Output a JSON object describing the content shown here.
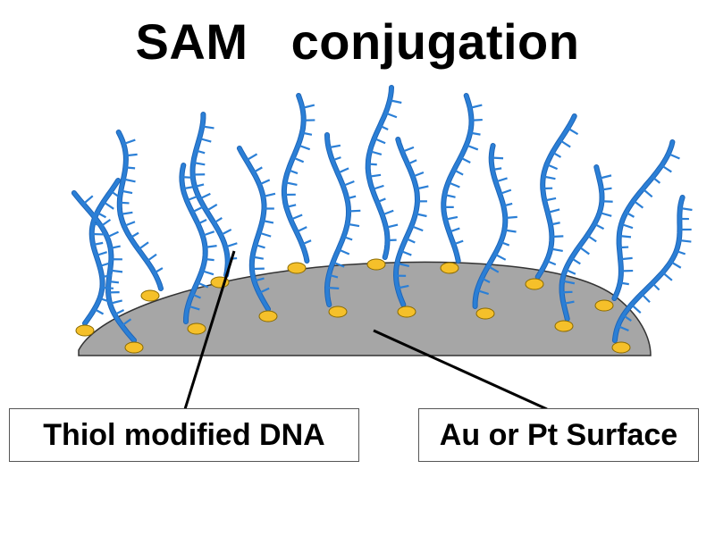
{
  "title": "SAM   conjugation",
  "labels": {
    "thiol_dna": "Thiol modified DNA",
    "surface": "Au or Pt Surface"
  },
  "colors": {
    "dna_strand": "#2b7fd6",
    "dna_strand_dark": "#1f66b8",
    "thiol_anchor": "#f5c02a",
    "anchor_outline": "#8a6a00",
    "surface_fill": "#a6a6a6",
    "surface_outline": "#333333"
  },
  "icons": {
    "strand": "dna-strand-icon",
    "anchor": "thiol-anchor-icon"
  }
}
